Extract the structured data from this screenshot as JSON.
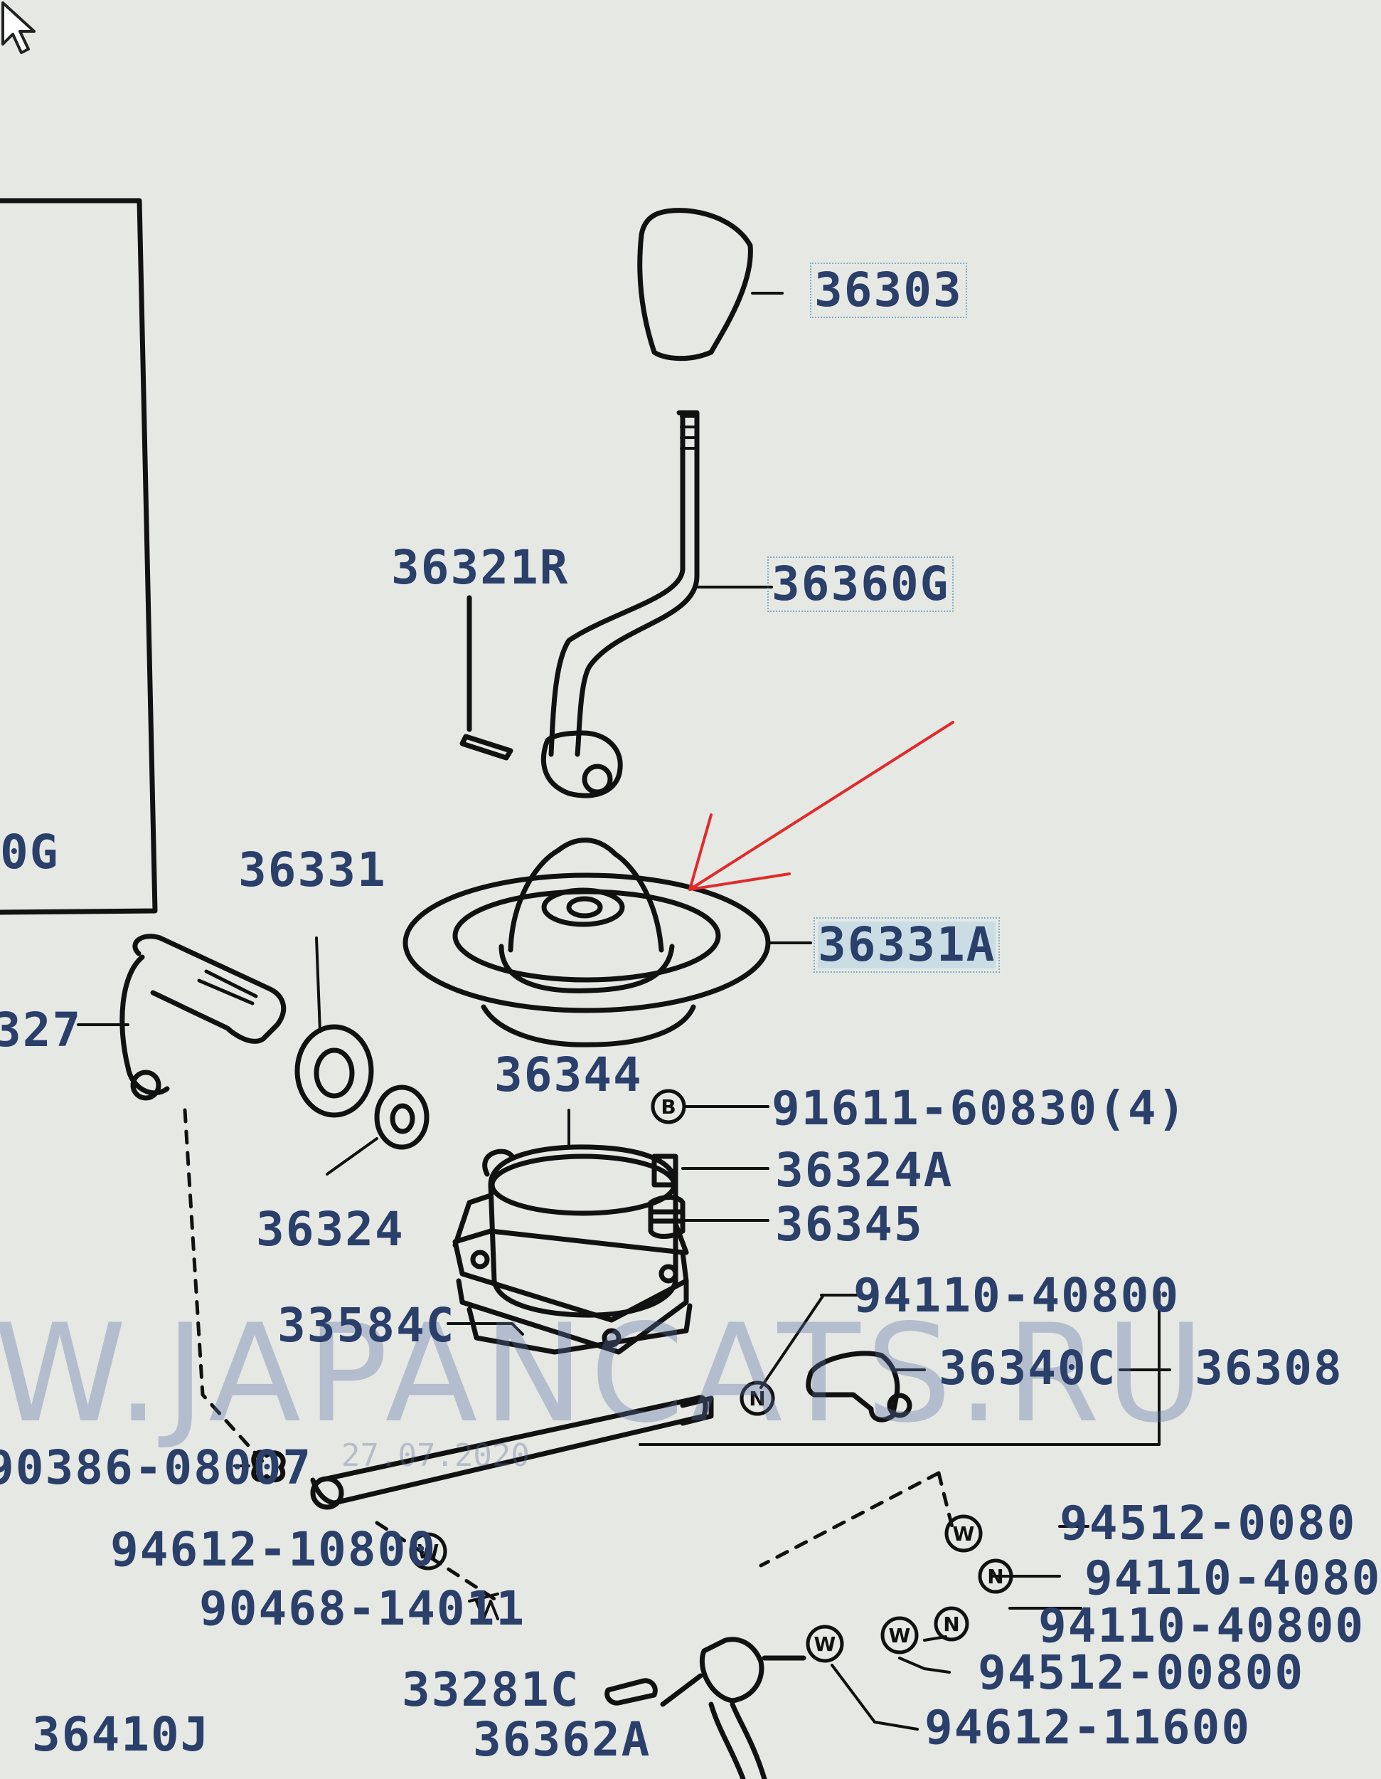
{
  "colors": {
    "label": "#2a3f6a",
    "label_faded": "#5a6e96",
    "line": "#111111",
    "arrow": "#e02a2a",
    "watermark": "#5a6fa4",
    "background": "#e6e8e4"
  },
  "labels": {
    "l36303": "36303",
    "l36321R": "36321R",
    "l36360G": "36360G",
    "l0G": "0G",
    "l36331": "36331",
    "l36331A": "36331A",
    "l327": "327",
    "l36344": "36344",
    "l91611": "91611-60830(4)",
    "l36324A": "36324A",
    "l36324": "36324",
    "l36345": "36345",
    "l33584C": "33584C",
    "l94110a": "94110-40800",
    "l36340C": "36340C",
    "l36308": "36308",
    "l90386": "90386-08007",
    "l94612a": "94612-10800",
    "l90468": "90468-14011",
    "l94512a": "94512-0080",
    "l94110b": "94110-4080",
    "l94110c": "94110-40800",
    "l94512b": "94512-00800",
    "l33281C": "33281C",
    "l36362A": "36362A",
    "l94612b": "94612-11600",
    "l36410J": "36410J"
  },
  "symbols": {
    "b": "B",
    "n1": "N",
    "n2": "N",
    "n3": "N",
    "w1": "W",
    "w2": "W",
    "w3": "W",
    "w4": "W"
  },
  "watermark": "W.JAPANCATS.RU",
  "date_stamp": "27.07.2020"
}
